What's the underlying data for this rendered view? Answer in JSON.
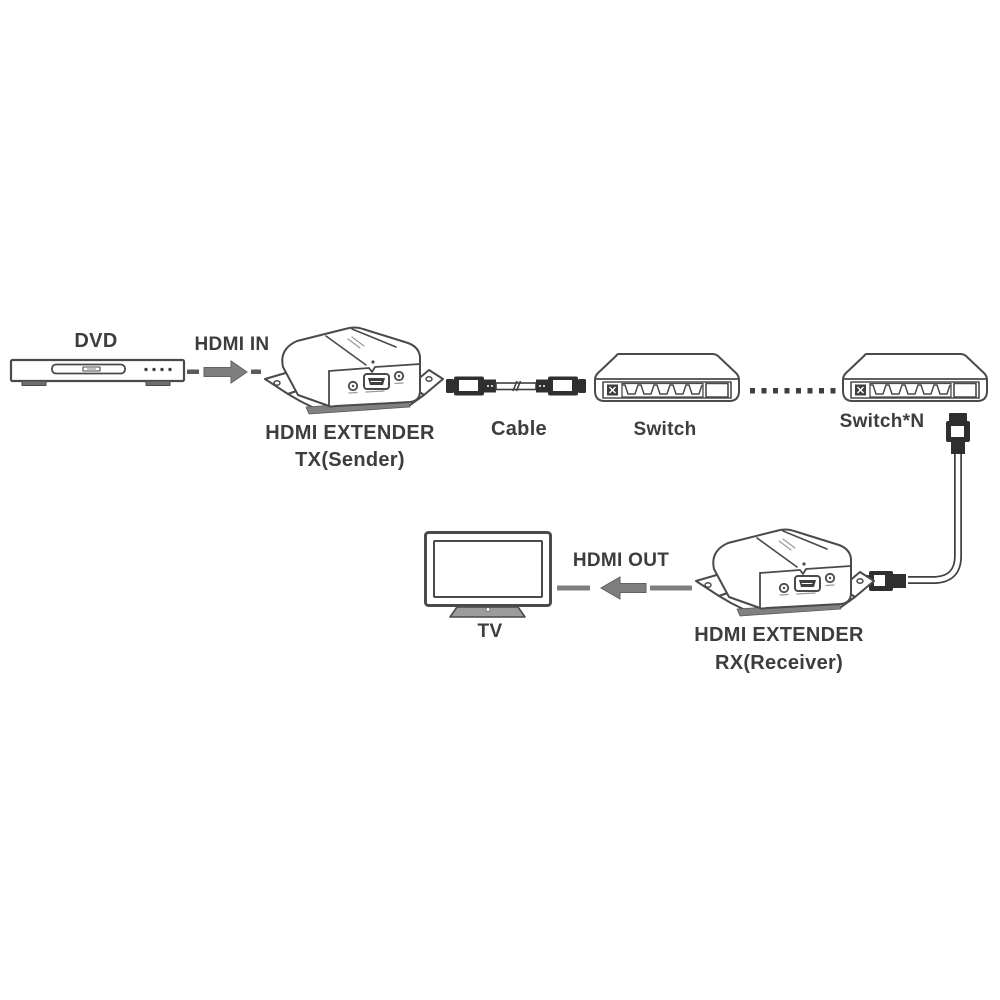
{
  "diagram": {
    "type": "connection-diagram",
    "description": "HDMI extender over network switches connecting a DVD source to a TV display",
    "colors": {
      "background": "#ffffff",
      "line": "#4a4a4a",
      "connector_dark": "#2f2f2f",
      "arrow_gray": "#7f7f7f",
      "dash_gray": "#5a5a5a",
      "text": "#3d3d3d",
      "stand_gray": "#9c9c9c",
      "shadow_gray": "#808080"
    },
    "labels": {
      "dvd": "DVD",
      "hdmi_in": "HDMI IN",
      "tx_line1": "HDMI EXTENDER",
      "tx_line2": "TX(Sender)",
      "cable": "Cable",
      "switch": "Switch",
      "switch_n": "Switch*N",
      "hdmi_out": "HDMI OUT",
      "tv": "TV",
      "rx_line1": "HDMI EXTENDER",
      "rx_line2": "RX(Receiver)"
    },
    "nodes": [
      {
        "id": "dvd",
        "label": "DVD",
        "icon": "dvd-player-icon"
      },
      {
        "id": "tx",
        "label": "HDMI EXTENDER TX(Sender)",
        "icon": "hdmi-extender-icon"
      },
      {
        "id": "cable",
        "label": "Cable",
        "icon": "ethernet-cable-icon"
      },
      {
        "id": "switch",
        "label": "Switch",
        "icon": "network-switch-icon"
      },
      {
        "id": "switch_n",
        "label": "Switch*N",
        "icon": "network-switch-icon"
      },
      {
        "id": "rx",
        "label": "HDMI EXTENDER RX(Receiver)",
        "icon": "hdmi-extender-icon"
      },
      {
        "id": "tv",
        "label": "TV",
        "icon": "tv-icon"
      }
    ],
    "connections": [
      {
        "from": "dvd",
        "to": "tx",
        "label": "HDMI IN",
        "style": "dashed gray arrow pointing right"
      },
      {
        "from": "tx",
        "to": "switch",
        "via": "Cable",
        "style": "ethernet patch cable with break mark"
      },
      {
        "from": "switch",
        "to": "switch_n",
        "style": "dotted line (N switches in chain)"
      },
      {
        "from": "switch_n",
        "to": "rx",
        "via": "network cable",
        "style": "elbow cable with RJ45 plugs"
      },
      {
        "from": "rx",
        "to": "tv",
        "label": "HDMI OUT",
        "style": "dashed gray arrow pointing left"
      }
    ]
  }
}
